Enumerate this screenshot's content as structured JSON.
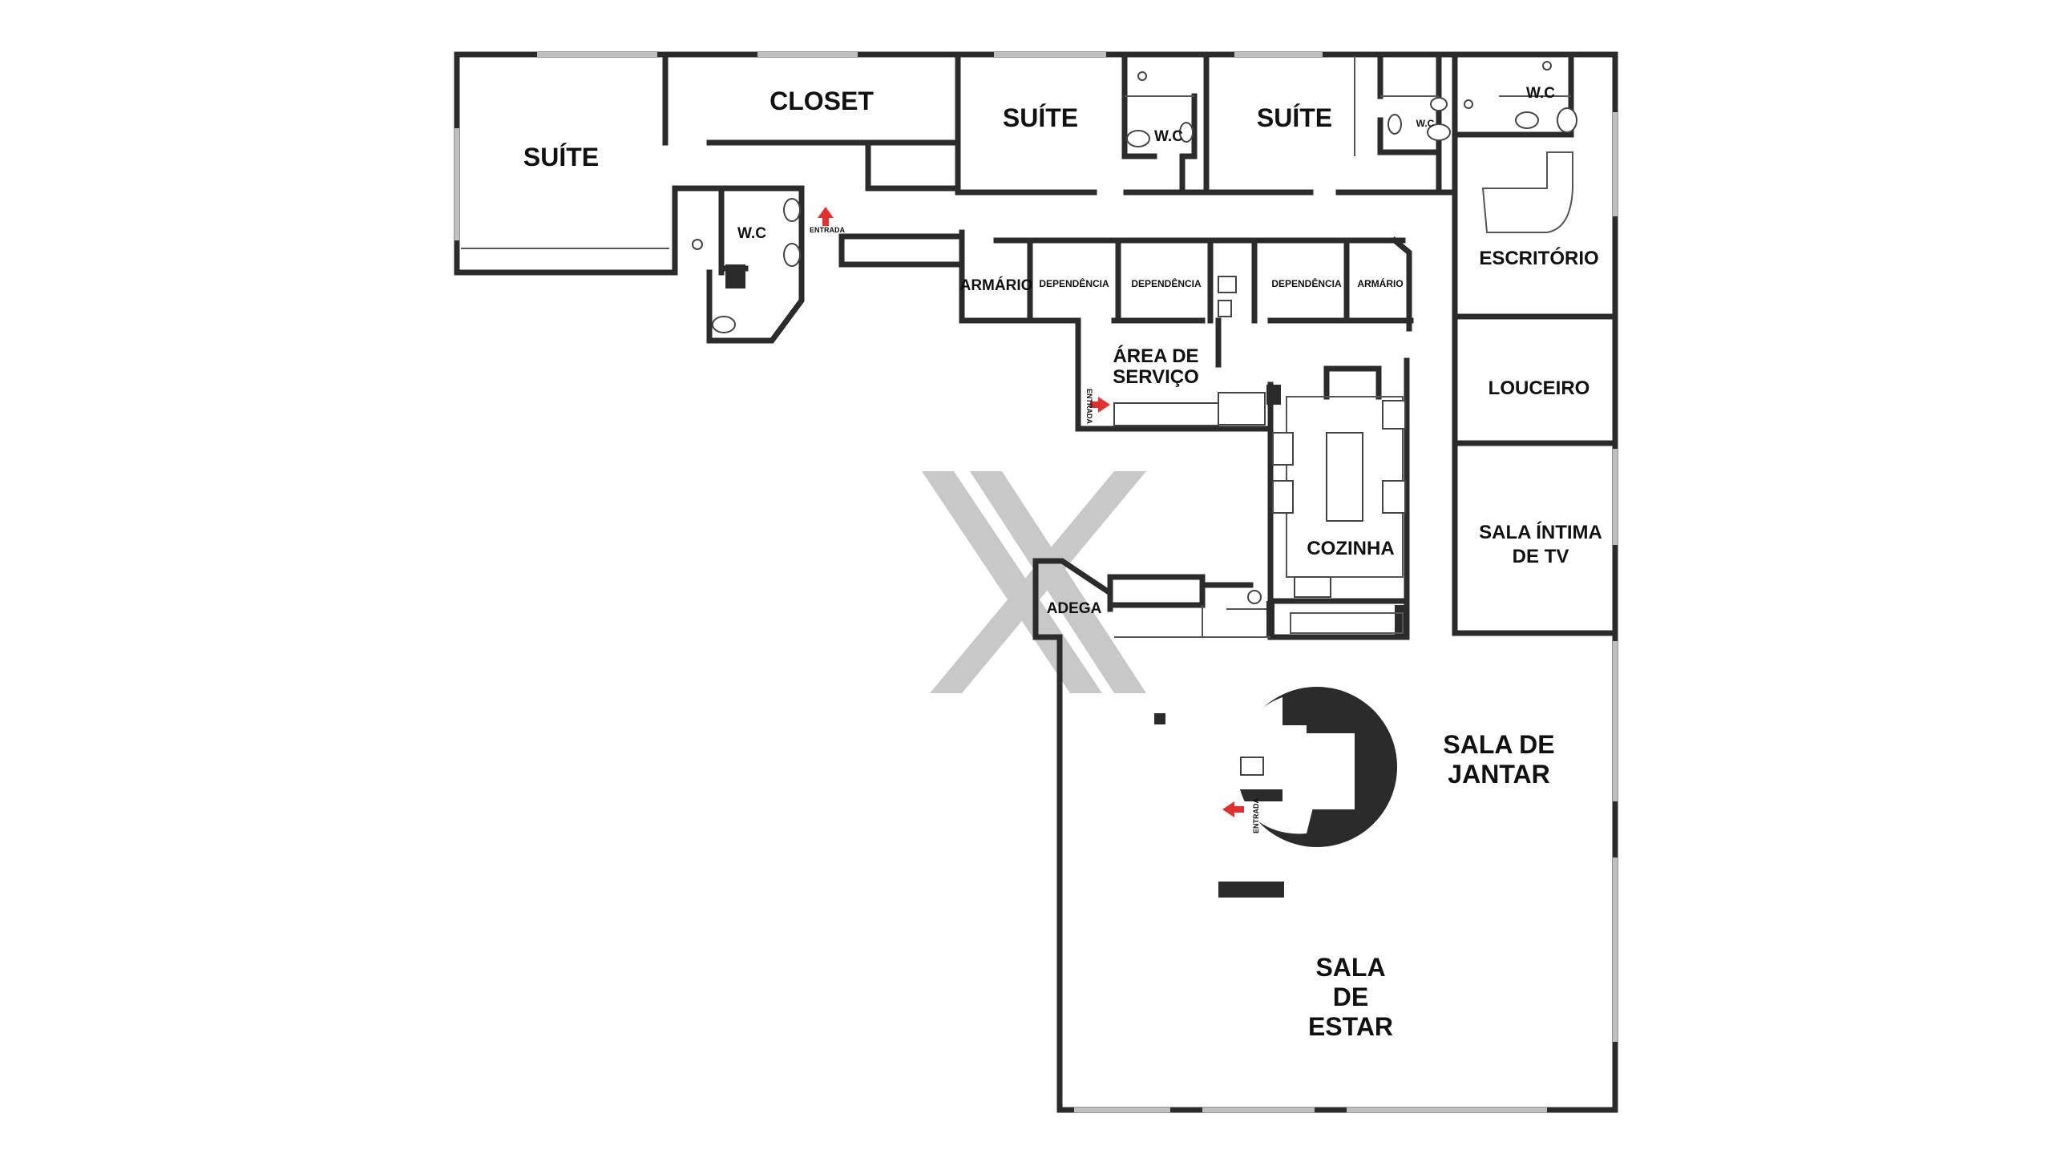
{
  "rooms": {
    "suite_1": "SUÍTE",
    "closet": "CLOSET",
    "suite_2": "SUÍTE",
    "suite_3": "SUÍTE",
    "wc_suite2": "W.C",
    "wc_suite3": "W.C",
    "wc_top_right": "W.C",
    "wc_left": "W.C",
    "escritorio": "ESCRITÓRIO",
    "armario_1": "ARMÁRIO",
    "dependencia_1": "DEPENDÊNCIA",
    "dependencia_2": "DEPENDÊNCIA",
    "dependencia_3": "DEPENDÊNCIA",
    "armario_2": "ARMÁRIO",
    "area_servico_line1": "ÁREA DE",
    "area_servico_line2": "SERVIÇO",
    "louceiro": "LOUCEIRO",
    "cozinha": "COZINHA",
    "sala_tv_line1": "SALA ÍNTIMA",
    "sala_tv_line2": "DE TV",
    "adega": "ADEGA",
    "sala_jantar_line1": "SALA DE",
    "sala_jantar_line2": "JANTAR",
    "sala_estar_line1": "SALA",
    "sala_estar_line2": "DE",
    "sala_estar_line3": "ESTAR"
  },
  "entrances": {
    "top": "ENTRADA",
    "service": "ENTRADA",
    "main": "ENTRADA"
  },
  "colors": {
    "wall": "#2b2b2b",
    "arrow": "#e03030",
    "watermark": "#c8c8c8",
    "window": "#bfbfbf"
  }
}
